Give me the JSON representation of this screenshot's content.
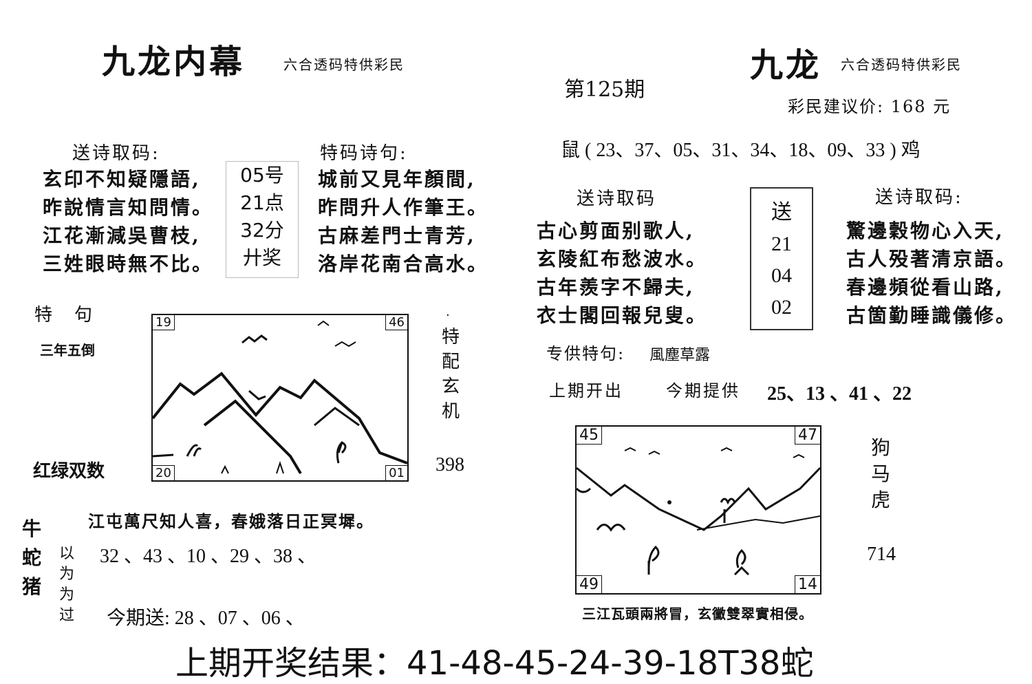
{
  "left": {
    "title": "九龙内幕",
    "subtitle": "六合透码特供彩民",
    "poem_label": "送诗取码:",
    "poem_lines": [
      "玄印不知疑隱語,",
      "昨說情言知問情。",
      "江花漸減吳曹枝,",
      "三姓眼時無不比。"
    ],
    "box_lines": [
      "05号",
      "21点",
      "32分",
      "廾奖"
    ],
    "special_label": "特码诗句:",
    "special_lines": [
      "城前又見年顏間,",
      "昨問升人作筆王。",
      "古麻差門士青芳,",
      "洛岸花南合高水。"
    ],
    "te_ju": "特　句",
    "san_nian": "三年五倒",
    "hong_lv": "红绿双数",
    "vertical_tip": [
      "特",
      "配",
      "玄",
      "机"
    ],
    "dot": "·",
    "n398": "398",
    "corners": {
      "tl": "19",
      "tr": "46",
      "bl": "20",
      "br": "01"
    },
    "verse": "江屯萬尺知人喜，春娥落日正冥墀。",
    "zodiac": [
      "牛",
      "蛇",
      "猪"
    ],
    "yi_wei": [
      "以",
      "为",
      "为",
      "过"
    ],
    "numbers": "32 、43 、10 、29 、38 、",
    "send": "今期送: 28 、07 、06 、"
  },
  "right": {
    "title": "九龙",
    "subtitle": "六合透码特供彩民",
    "issue": "第125期",
    "price": "彩民建议价: 168 元",
    "shu_line": "鼠 ( 23、37、05、31、34、18、09、33 ) 鸡",
    "poem_label1": "送诗取码",
    "poem_lines1": [
      "古心剪面别歌人,",
      "玄陵紅布愁波水。",
      "古年羨字不歸夫,",
      "衣士閣回報兒叟。"
    ],
    "box_lines": [
      "送",
      "21",
      "04",
      "02"
    ],
    "poem_label2": "送诗取码:",
    "poem_lines2": [
      "驚邊穀物心入天,",
      "古人殁著清京語。",
      "春邊頻從看山路,",
      "古箇勤睡識儀修。"
    ],
    "special_label": "专供特句:",
    "special_text": "風塵草露",
    "last_label": "上期开出",
    "this_label": "今期提供",
    "this_numbers": "25、13 、41 、22",
    "corners": {
      "tl": "45",
      "tr": "47",
      "bl": "49",
      "br": "14"
    },
    "vertical_tip": [
      "狗",
      "马",
      "虎"
    ],
    "n714": "714",
    "verse": "三江瓦頭兩將冒，玄黴雙翠實相侵。"
  },
  "result": "上期开奖结果：41-48-45-24-39-18T38蛇"
}
